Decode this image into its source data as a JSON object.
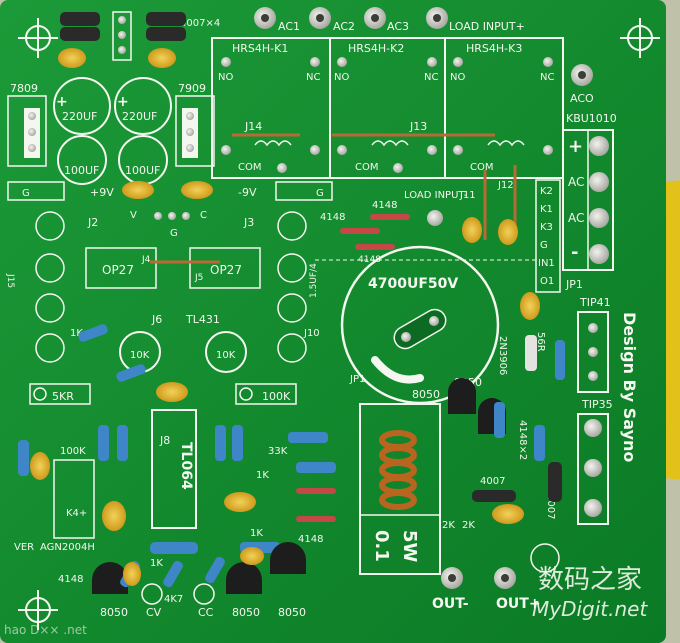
{
  "board": {
    "colors": {
      "pcb": "#128a2e",
      "silk": "#f4f7ef",
      "pad": "#c7c9c4",
      "capacitor": "#e3b11a",
      "resistor": "#3f86c8"
    },
    "top_labels": {
      "ac1": "AC1",
      "ac2": "AC2",
      "ac3": "AC3",
      "load_input_plus": "LOAD INPUT+",
      "diode_4007_4": "4007×4"
    },
    "relays": [
      {
        "name": "HRS4H-K1",
        "no": "NO",
        "nc": "NC",
        "j": "J14",
        "com": "COM"
      },
      {
        "name": "HRS4H-K2",
        "no": "NO",
        "nc": "NC",
        "j": "J13",
        "com": "COM"
      },
      {
        "name": "HRS4H-K3",
        "no": "NO",
        "nc": "NC",
        "j": "",
        "com": "COM"
      }
    ],
    "regulators": {
      "left": "7809",
      "right": "7909"
    },
    "caps": {
      "c220_left": "220UF",
      "c220_right": "220UF",
      "c100_left": "100UF",
      "c100_right": "100UF",
      "main": "4700UF50V"
    },
    "rails": {
      "g_left": "G",
      "plus9": "+9V",
      "minus9": "-9V",
      "g_right": "G",
      "v": "V",
      "c": "C",
      "g_mid": "G"
    },
    "bridge": {
      "aco": "ACO",
      "part": "KBU1010",
      "plus": "+",
      "ac1": "AC",
      "ac2": "AC",
      "minus": "-"
    },
    "right_pins": {
      "pins": [
        "K2",
        "K1",
        "K3",
        "G",
        "IN1",
        "O1"
      ],
      "jp": "JP1",
      "j11": "J11",
      "j12": "J12",
      "load_input_minus": "LOAD INPUT-"
    },
    "opamps": {
      "j2": "J2",
      "j3": "J3",
      "op_left": "OP27",
      "op_right": "OP27",
      "j4": "J4",
      "j5": "J5",
      "j6": "J6",
      "tl431": "TL431",
      "r1k": "1K",
      "pot10k_a": "10K",
      "pot10k_b": "10K",
      "cap_side": "1.5UF/4",
      "j10": "J10",
      "j15": "J15"
    },
    "diodes": {
      "d4148_a": "4148",
      "d4148_b": "4148",
      "d4148_c": "4148"
    },
    "transistors": {
      "q2n3906": "2N3906",
      "q8050_a": "8050",
      "q8050_b": "8050",
      "r56r": "56R",
      "tip41": "TIP41",
      "tip35": "TIP35"
    },
    "design_by": "Design By Sayno",
    "jp1_mid": "JP1",
    "lower_left": {
      "pot5kr": "5KR",
      "r100k": "100K",
      "k4": "K4+",
      "ver": "VER",
      "agn": "AGN2004H",
      "d4148": "4148",
      "j8": "J8",
      "tl064": "TL064",
      "r100k_mid": "100K",
      "r33k": "33K",
      "r1k_a": "1K",
      "r1k_b": "1K",
      "r1k_c": "1K",
      "d4148_a": "4148",
      "d4148_b": "4148"
    },
    "inductor": {
      "text1": "5W",
      "text2": "0.1"
    },
    "lower_right": {
      "d4148x2": "4148×2",
      "d4007": "4007",
      "r2k_a": "2K",
      "r2k_b": "2K",
      "d4007_side": "4007",
      "out_minus": "OUT-",
      "out_plus": "OUT+"
    },
    "bottom": {
      "t8050_a": "8050",
      "cv": "CV",
      "r4k7": "4K7",
      "cc": "CC",
      "t8050_b": "8050",
      "t8050_c": "8050"
    },
    "watermark": {
      "cn": "数码之家",
      "url": "MyDigit.net",
      "left_mark": "hao D×× .net"
    }
  }
}
